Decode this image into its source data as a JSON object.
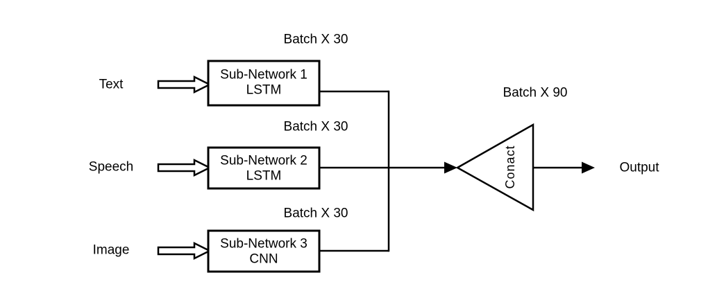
{
  "diagram": {
    "background_color": "#ffffff",
    "line_color": "#000000",
    "inputs": [
      {
        "label": "Text"
      },
      {
        "label": "Speech"
      },
      {
        "label": "Image"
      }
    ],
    "nodes": [
      {
        "name_line": "Sub-Network 1",
        "type_line": "LSTM",
        "batch_label": "Batch X 30"
      },
      {
        "name_line": "Sub-Network 2",
        "type_line": "LSTM",
        "batch_label": "Batch X 30"
      },
      {
        "name_line": "Sub-Network 3",
        "type_line": "CNN",
        "batch_label": "Batch X 30"
      }
    ],
    "merge": {
      "label": "Conact",
      "batch_label": "Batch X 90"
    },
    "output_label": "Output"
  }
}
